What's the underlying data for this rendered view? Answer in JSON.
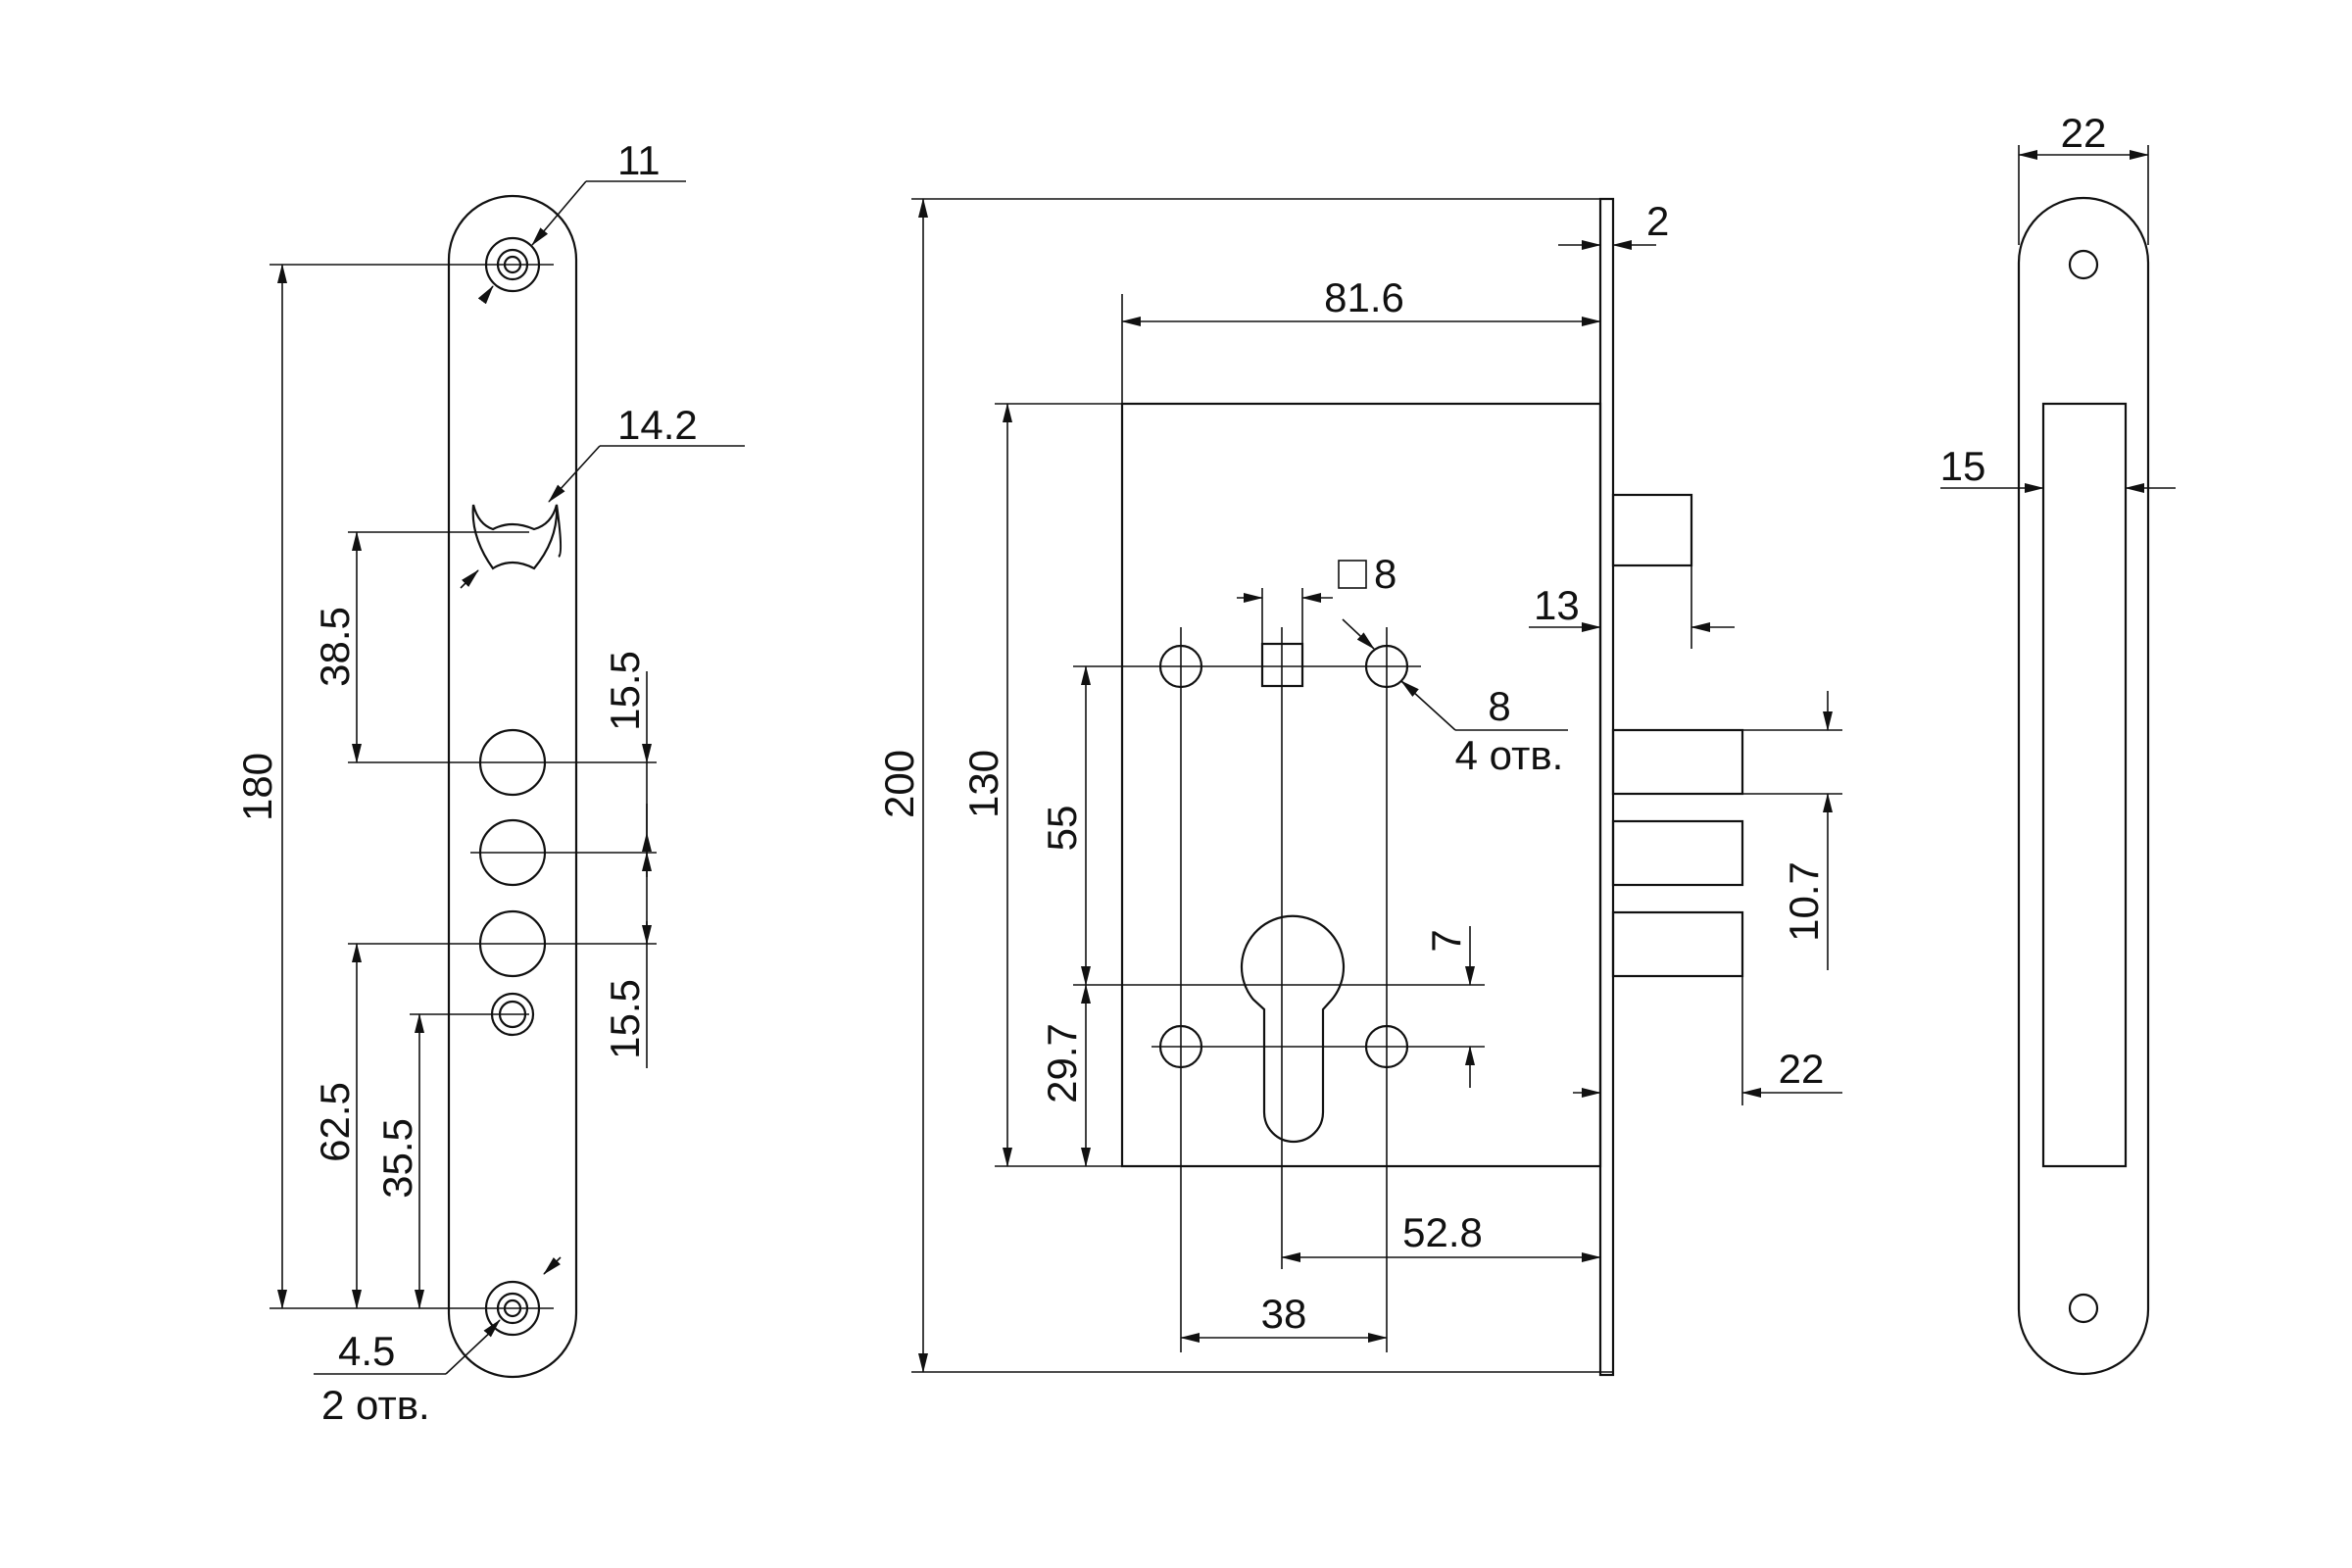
{
  "dims": {
    "front_hole_dia": "11",
    "front_handle_hole": "14.2",
    "front_height": "180",
    "front_38_5": "38.5",
    "front_15_5_top": "15.5",
    "front_15_5_bottom": "15.5",
    "front_62_5": "62.5",
    "front_35_5": "35.5",
    "front_small_hole": "4.5",
    "front_small_hole_count": "2 отв.",
    "side_total_height": "200",
    "side_faceplate": "2",
    "side_body_width": "81.6",
    "side_body_height": "130",
    "side_square": "8",
    "side_latch": "13",
    "side_mount_hole": "8",
    "side_mount_hole_count": "4 отв.",
    "side_55": "55",
    "side_7": "7",
    "side_29_7": "29.7",
    "side_10_7": "10.7",
    "side_bolt": "22",
    "side_52_8": "52.8",
    "side_38": "38",
    "striker_width": "22",
    "striker_opening": "15"
  }
}
